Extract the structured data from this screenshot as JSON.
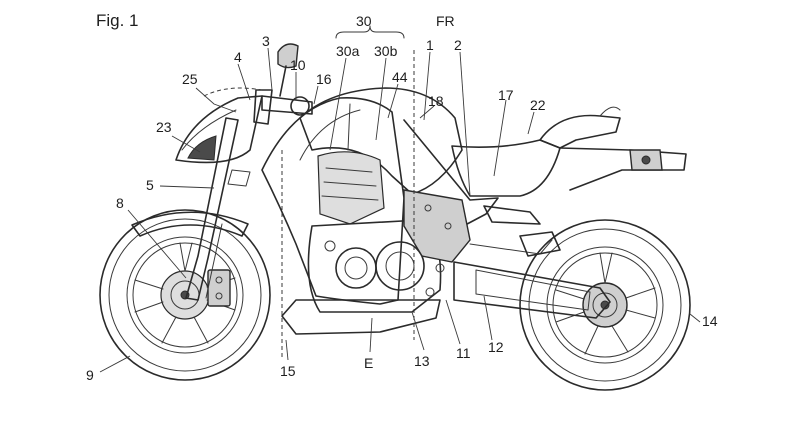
{
  "figure": {
    "title": "Fig. 1",
    "labels": {
      "l1": "1",
      "l2": "2",
      "l3": "3",
      "l4": "4",
      "l5": "5",
      "l8": "8",
      "l9": "9",
      "l10": "10",
      "l11": "11",
      "l12": "12",
      "l13": "13",
      "l14": "14",
      "l15": "15",
      "l16": "16",
      "l17": "17",
      "l18": "18",
      "l22": "22",
      "l23": "23",
      "l25": "25",
      "l30": "30",
      "l30a": "30a",
      "l30b": "30b",
      "l44": "44",
      "lE": "E",
      "lFR": "FR"
    }
  }
}
